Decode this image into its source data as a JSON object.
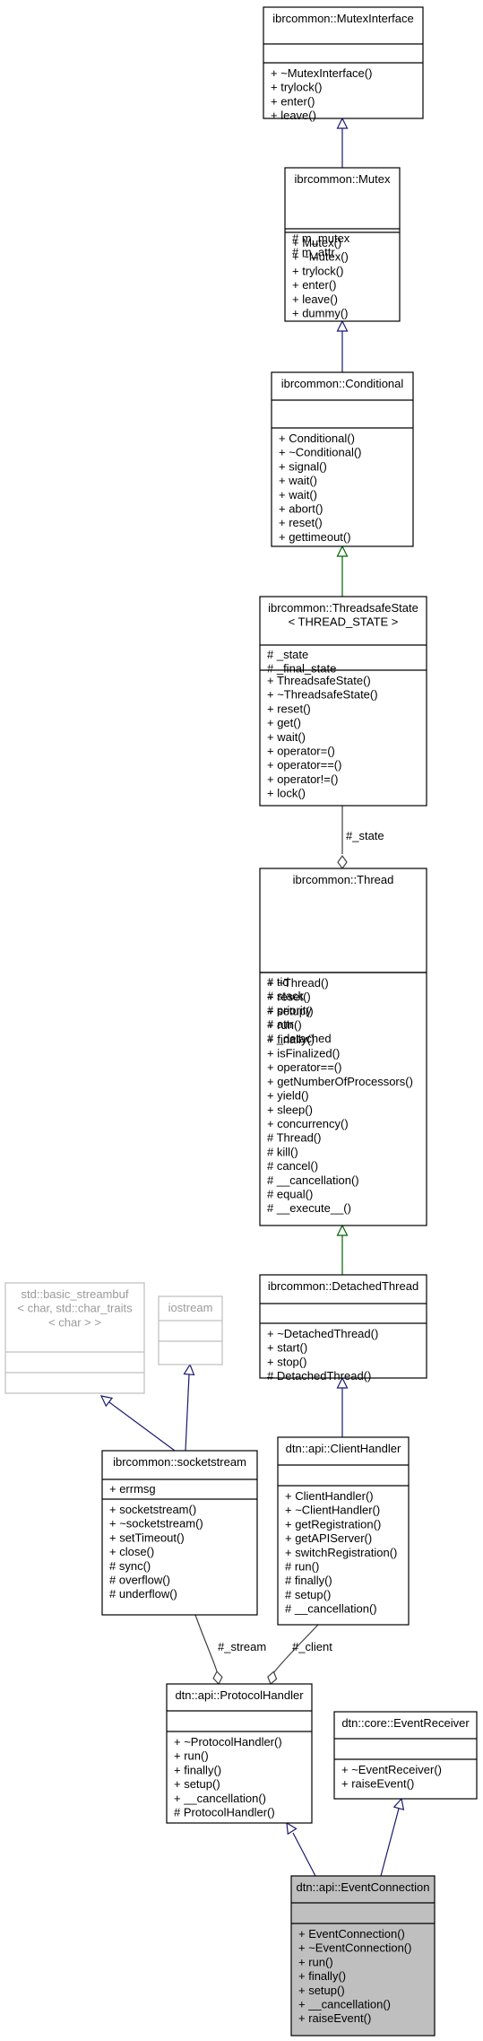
{
  "classes": [
    {
      "id": "mutexinterface",
      "title": [
        "ibrcommon::MutexInterface"
      ],
      "attributes": [],
      "methods": [
        "+ ~MutexInterface()",
        "+ trylock()",
        "+ enter()",
        "+ leave()"
      ]
    },
    {
      "id": "mutex",
      "title": [
        "ibrcommon::Mutex"
      ],
      "attributes": [
        "# m_mutex",
        "# m_attr"
      ],
      "methods": [
        "+ Mutex()",
        "+ ~Mutex()",
        "+ trylock()",
        "+ enter()",
        "+ leave()",
        "+ dummy()"
      ]
    },
    {
      "id": "conditional",
      "title": [
        "ibrcommon::Conditional"
      ],
      "attributes": [],
      "methods": [
        "+ Conditional()",
        "+ ~Conditional()",
        "+ signal()",
        "+ wait()",
        "+ wait()",
        "+ abort()",
        "+ reset()",
        "+ gettimeout()"
      ]
    },
    {
      "id": "threadsafestate",
      "title": [
        "ibrcommon::ThreadsafeState",
        "< THREAD_STATE >"
      ],
      "attributes": [
        "# _state",
        "# _final_state"
      ],
      "methods": [
        "+ ThreadsafeState()",
        "+ ~ThreadsafeState()",
        "+ reset()",
        "+ get()",
        "+ wait()",
        "+ operator=()",
        "+ operator==()",
        "+ operator!=()",
        "+ lock()"
      ]
    },
    {
      "id": "thread",
      "title": [
        "ibrcommon::Thread"
      ],
      "attributes": [
        "# tid",
        "# stack",
        "# priority",
        "# attr",
        "# _detached"
      ],
      "methods": [
        "+ ~Thread()",
        "+ reset()",
        "+ setup()",
        "+ run()",
        "+ finally()",
        "+ isFinalized()",
        "+ operator==()",
        "+ getNumberOfProcessors()",
        "+ yield()",
        "+ sleep()",
        "+ concurrency()",
        "# Thread()",
        "# kill()",
        "# cancel()",
        "# __cancellation()",
        "# equal()",
        "# __execute__()"
      ]
    },
    {
      "id": "basic_streambuf",
      "title": [
        "std::basic_streambuf",
        "< char, std::char_traits",
        "< char > >"
      ],
      "attributes": [],
      "methods": []
    },
    {
      "id": "iostream",
      "title": [
        "iostream"
      ],
      "attributes": [],
      "methods": []
    },
    {
      "id": "detachedthread",
      "title": [
        "ibrcommon::DetachedThread"
      ],
      "attributes": [],
      "methods": [
        "+ ~DetachedThread()",
        "+ start()",
        "+ stop()",
        "# DetachedThread()"
      ]
    },
    {
      "id": "socketstream",
      "title": [
        "ibrcommon::socketstream"
      ],
      "attributes": [
        "+ errmsg"
      ],
      "methods": [
        "+ socketstream()",
        "+ ~socketstream()",
        "+ setTimeout()",
        "+ close()",
        "# sync()",
        "# overflow()",
        "# underflow()"
      ]
    },
    {
      "id": "clienthandler",
      "title": [
        "dtn::api::ClientHandler"
      ],
      "attributes": [],
      "methods": [
        "+ ClientHandler()",
        "+ ~ClientHandler()",
        "+ getRegistration()",
        "+ getAPIServer()",
        "+ switchRegistration()",
        "# run()",
        "# finally()",
        "# setup()",
        "# __cancellation()"
      ]
    },
    {
      "id": "protocolhandler",
      "title": [
        "dtn::api::ProtocolHandler"
      ],
      "attributes": [],
      "methods": [
        "+ ~ProtocolHandler()",
        "+ run()",
        "+ finally()",
        "+ setup()",
        "+ __cancellation()",
        "# ProtocolHandler()"
      ]
    },
    {
      "id": "eventreceiver",
      "title": [
        "dtn::core::EventReceiver"
      ],
      "attributes": [],
      "methods": [
        "+ ~EventReceiver()",
        "+ raiseEvent()"
      ]
    },
    {
      "id": "eventconnection",
      "title": [
        "dtn::api::EventConnection"
      ],
      "attributes": [],
      "methods": [
        "+ EventConnection()",
        "+ ~EventConnection()",
        "+ run()",
        "+ finally()",
        "+ setup()",
        "+ __cancellation()",
        "+ raiseEvent()"
      ]
    }
  ],
  "edges": [
    {
      "id": "mutex-to-mutexinterface",
      "from": "mutex",
      "to": "mutexinterface",
      "kind": "inherit",
      "color": "#191970"
    },
    {
      "id": "conditional-to-mutex",
      "from": "conditional",
      "to": "mutex",
      "kind": "inherit",
      "color": "#191970"
    },
    {
      "id": "threadsafestate-to-conditional",
      "from": "threadsafestate",
      "to": "conditional",
      "kind": "inherit",
      "color": "#006400"
    },
    {
      "id": "threadsafestate-to-thread",
      "from": "threadsafestate",
      "to": "thread",
      "kind": "aggregate",
      "color": "#404040",
      "label": "#_state"
    },
    {
      "id": "detachedthread-to-thread",
      "from": "detachedthread",
      "to": "thread",
      "kind": "inherit",
      "color": "#006400"
    },
    {
      "id": "socketstream-to-basic_streambuf",
      "from": "socketstream",
      "to": "basic_streambuf",
      "kind": "inherit",
      "color": "#191970"
    },
    {
      "id": "socketstream-to-iostream",
      "from": "socketstream",
      "to": "iostream",
      "kind": "inherit",
      "color": "#191970"
    },
    {
      "id": "clienthandler-to-detachedthread",
      "from": "clienthandler",
      "to": "detachedthread",
      "kind": "inherit",
      "color": "#191970"
    },
    {
      "id": "socketstream-to-protocolhandler",
      "from": "socketstream",
      "to": "protocolhandler",
      "kind": "aggregate",
      "color": "#404040",
      "label": "#_stream"
    },
    {
      "id": "clienthandler-to-protocolhandler",
      "from": "clienthandler",
      "to": "protocolhandler",
      "kind": "aggregate",
      "color": "#404040",
      "label": "#_client"
    },
    {
      "id": "eventconnection-to-protocolhandler",
      "from": "eventconnection",
      "to": "protocolhandler",
      "kind": "inherit",
      "color": "#191970"
    },
    {
      "id": "eventconnection-to-eventreceiver",
      "from": "eventconnection",
      "to": "eventreceiver",
      "kind": "inherit",
      "color": "#191970"
    }
  ],
  "colors": {
    "node_border": "#000000",
    "node_fill": "#ffffff",
    "muted_border": "#bfbfbf",
    "muted_text": "#9a9a9a",
    "highlight_fill": "#bfbfbf"
  }
}
